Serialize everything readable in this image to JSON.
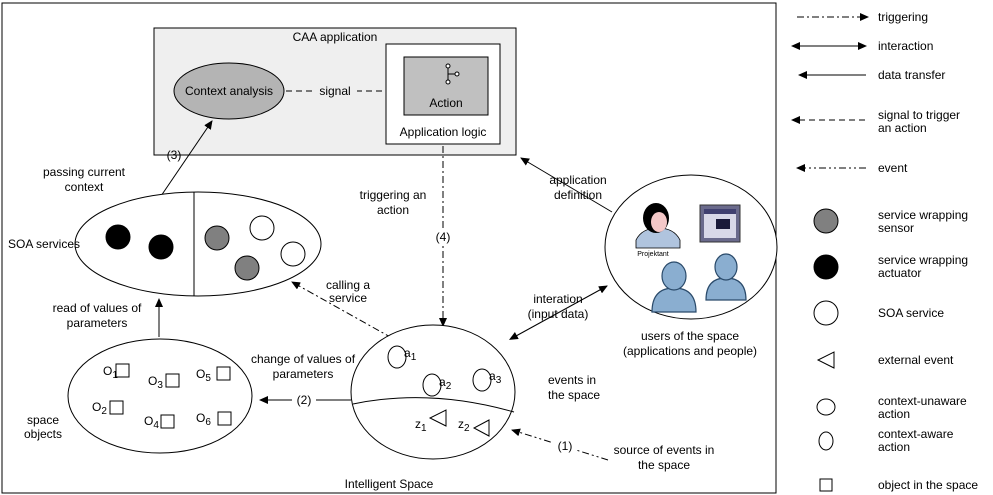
{
  "diagram": {
    "caa_title": "CAA application",
    "context_analysis": "Context analysis",
    "signal": "signal",
    "action": "Action",
    "app_logic": "Application logic",
    "step3": "(3)",
    "passing_context": [
      "passing current",
      "context"
    ],
    "triggering_action": [
      "triggering an",
      "action"
    ],
    "step4": "(4)",
    "app_definition": [
      "application",
      "definition"
    ],
    "soa_services": "SOA services",
    "calling_service": [
      "calling a",
      "service"
    ],
    "read_values": [
      "read of values of",
      "parameters"
    ],
    "interaction_input": [
      "interation",
      "(input data)"
    ],
    "users": [
      "users of the space",
      "(applications and people)"
    ],
    "projektant": "Projektant",
    "change_values": [
      "change of values of",
      "parameters"
    ],
    "step2": "(2)",
    "space_objects": [
      "space",
      "objects"
    ],
    "events_in_space": [
      "events in",
      "the space"
    ],
    "step1": "(1)",
    "source_events": [
      "source of events in",
      "the space"
    ],
    "intelligent_space": "Intelligent Space",
    "objects": [
      {
        "base": "O",
        "sub": "1"
      },
      {
        "base": "O",
        "sub": "3"
      },
      {
        "base": "O",
        "sub": "5"
      },
      {
        "base": "O",
        "sub": "2"
      },
      {
        "base": "O",
        "sub": "4"
      },
      {
        "base": "O",
        "sub": "6"
      }
    ],
    "actions": [
      {
        "base": "a",
        "sub": "1"
      },
      {
        "base": "a",
        "sub": "2"
      },
      {
        "base": "a",
        "sub": "3"
      }
    ],
    "events": [
      {
        "base": "z",
        "sub": "1"
      },
      {
        "base": "z",
        "sub": "2"
      }
    ]
  },
  "legend": {
    "triggering": "triggering",
    "interaction": "interaction",
    "data_transfer": "data transfer",
    "signal_trigger": [
      "signal to trigger",
      "an action"
    ],
    "event": "event",
    "sensor": [
      "service wrapping",
      "sensor"
    ],
    "actuator": [
      "service wrapping",
      "actuator"
    ],
    "soa_service": "SOA service",
    "external_event": "external event",
    "ctx_unaware": [
      "context-unaware",
      "action"
    ],
    "ctx_aware": [
      "context-aware",
      "action"
    ],
    "object_in_space": "object in the space"
  },
  "colors": {
    "sensor_fill": "#808080",
    "actuator_fill": "#000000",
    "box_fill": "#efefef",
    "action_fill": "#c0c0c0",
    "context_fill": "#b4b4b4"
  }
}
